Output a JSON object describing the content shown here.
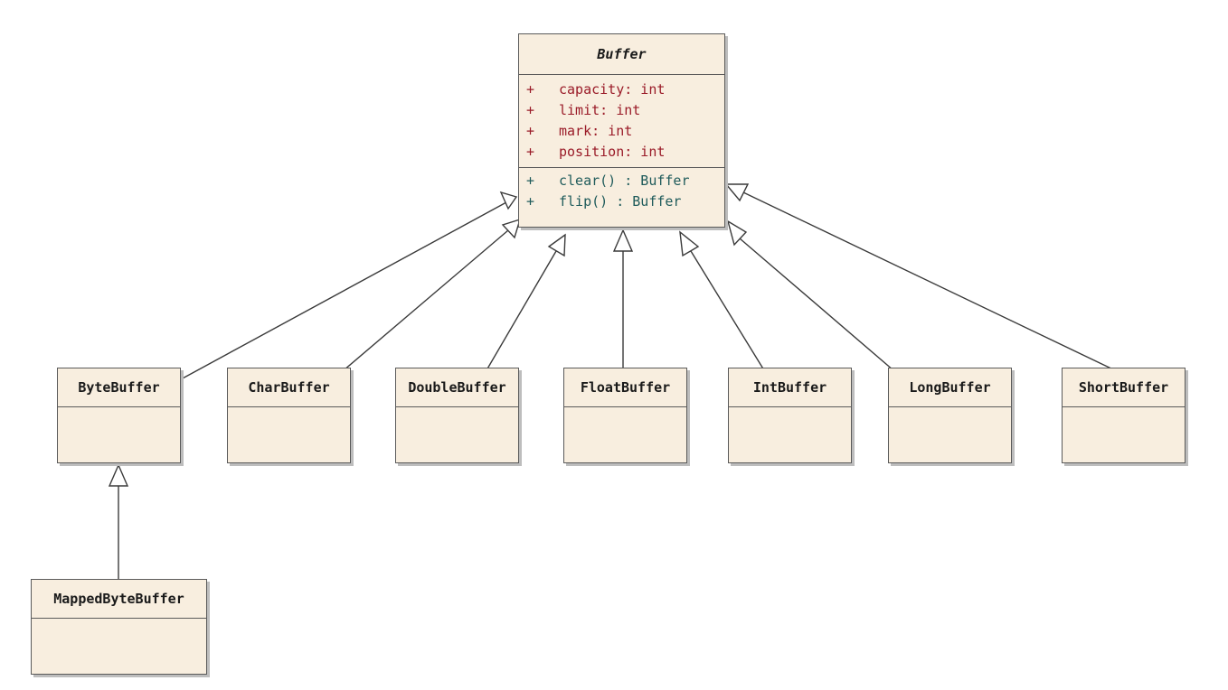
{
  "base_class": {
    "name": "Buffer",
    "attributes": [
      {
        "visibility": "+",
        "text": "capacity:  int"
      },
      {
        "visibility": "+",
        "text": "limit:  int"
      },
      {
        "visibility": "+",
        "text": "mark:  int"
      },
      {
        "visibility": "+",
        "text": "position:  int"
      }
    ],
    "operations": [
      {
        "visibility": "+",
        "text": "clear() : Buffer"
      },
      {
        "visibility": "+",
        "text": "flip() : Buffer"
      }
    ]
  },
  "subclasses": [
    {
      "name": "ByteBuffer"
    },
    {
      "name": "CharBuffer"
    },
    {
      "name": "DoubleBuffer"
    },
    {
      "name": "FloatBuffer"
    },
    {
      "name": "IntBuffer"
    },
    {
      "name": "LongBuffer"
    },
    {
      "name": "ShortBuffer"
    }
  ],
  "sub_subclass": {
    "name": "MappedByteBuffer"
  },
  "colors": {
    "box_fill": "#f8eedf",
    "border": "#5a5a5a",
    "attribute_text": "#9a1b28",
    "operation_text": "#1f5b5b"
  }
}
